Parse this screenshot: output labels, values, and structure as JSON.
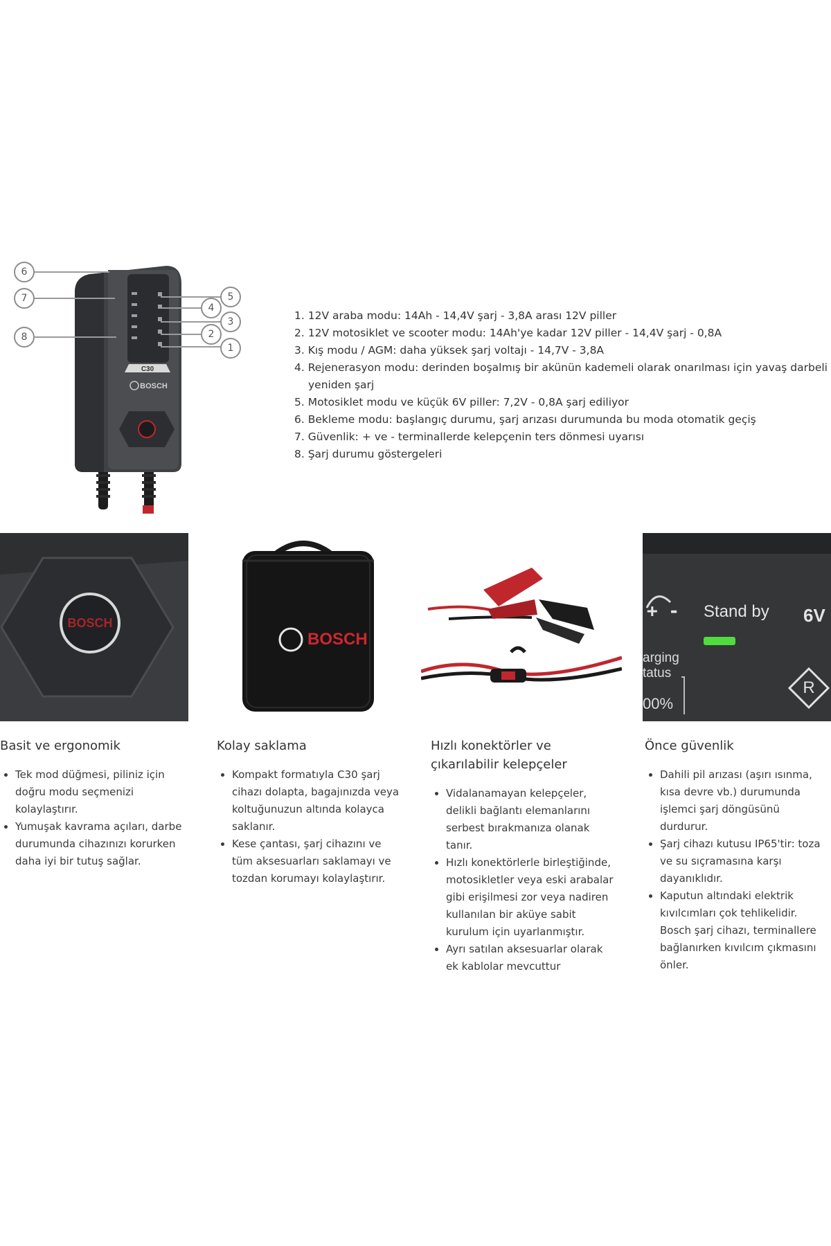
{
  "diagram": {
    "callouts": [
      "6",
      "7",
      "8",
      "5",
      "4",
      "3",
      "2",
      "1"
    ],
    "device_brand": "BOSCH"
  },
  "modes": [
    "1. 12V araba modu: 14Ah - 14,4V şarj - 3,8A arası 12V piller",
    "2. 12V motosiklet ve scooter modu: 14Ah'ye kadar 12V piller - 14,4V şarj - 0,8A",
    "3. Kış modu / AGM: daha yüksek şarj voltajı - 14,7V - 3,8A",
    "4. Rejenerasyon modu: derinden boşalmış bir akünün kademeli olarak onarılması için yavaş darbeli yeniden şarj",
    "5. Motosiklet modu ve küçük 6V piller: 7,2V - 0,8A şarj ediliyor",
    "6. Bekleme modu: başlangıç durumu, şarj arızası durumunda bu moda otomatik geçiş",
    "7. Güvenlik: + ve - terminallerde kelepçenin ters dönmesi uyarısı",
    "8. Şarj durumu göstergeleri"
  ],
  "photos": {
    "button_logo": "BOSCH",
    "bag_brand": "BOSCH",
    "standby_label": "Stand by",
    "voltage_label": "6V",
    "charging_label_1": "arging",
    "charging_label_2": "tatus",
    "percent_label": "00%",
    "reverse_symbol": "R",
    "plus_minus": "+ -"
  },
  "features": [
    {
      "title": "Basit ve ergonomik",
      "bullets": [
        "Tek mod düğmesi, piliniz için doğru modu seçmenizi kolaylaştırır.",
        "Yumuşak kavrama açıları, darbe durumunda cihazınızı korurken daha iyi bir tutuş sağlar."
      ]
    },
    {
      "title": "Kolay saklama",
      "bullets": [
        "Kompakt formatıyla C30 şarj cihazı dolapta, bagajınızda veya koltuğunuzun altında kolayca saklanır.",
        "Kese çantası, şarj cihazını ve tüm aksesuarları saklamayı ve tozdan korumayı kolaylaştırır."
      ]
    },
    {
      "title": "Hızlı konektörler ve çıkarılabilir kelepçeler",
      "bullets": [
        "Vidalanamayan kelepçeler, delikli bağlantı elemanlarını serbest bırakmanıza olanak tanır.",
        "Hızlı konektörlerle birleştiğinde, motosikletler veya eski arabalar gibi erişilmesi zor veya nadiren kullanılan bir aküye sabit kurulum için uyarlanmıştır.",
        "Ayrı satılan aksesuarlar olarak ek kablolar mevcuttur"
      ]
    },
    {
      "title": "Önce güvenlik",
      "bullets": [
        "Dahili pil arızası (aşırı ısınma, kısa devre vb.) durumunda işlemci şarj döngüsünü durdurur.",
        "Şarj cihazı kutusu IP65'tir: toza ve su sıçramasına karşı dayanıklıdır.",
        "Kaputun altındaki elektrik kıvılcımları çok tehlikelidir. Bosch şarj cihazı, terminallere bağlanırken kıvılcım çıkmasını önler."
      ]
    }
  ],
  "colors": {
    "device_dark": "#3f4144",
    "clamp_red": "#c0272d",
    "led_green": "#4fdc3c",
    "text": "#333333"
  }
}
